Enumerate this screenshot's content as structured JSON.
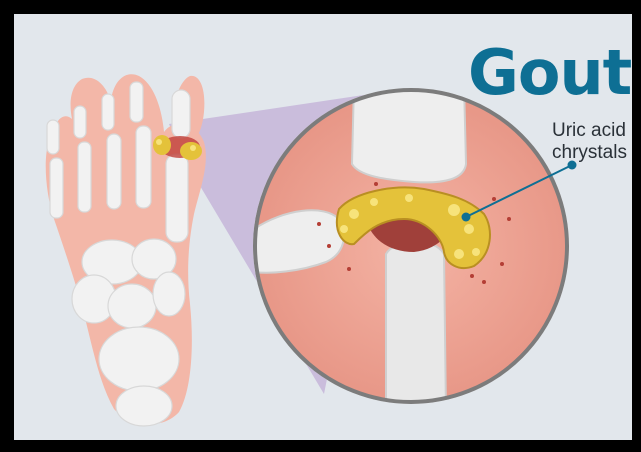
{
  "title": "Gout",
  "callout": {
    "line1": "Uric acid",
    "line2": "chrystals"
  },
  "colors": {
    "background": "#e2e7ec",
    "title": "#0e6f94",
    "bone": "#eeeeee",
    "tissue": "#e9998a",
    "crystal": "#e4c23a",
    "inflammation": "#b43e35",
    "zoom_cone": "#b79ad0"
  }
}
